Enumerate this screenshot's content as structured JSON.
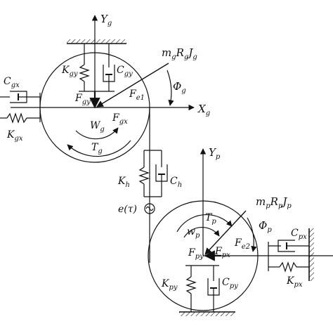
{
  "colors": {
    "ink": "#111111",
    "background": "#ffffff"
  },
  "labels": {
    "gear_y_axis": {
      "main": "Y",
      "sub": "g"
    },
    "gear_x_axis": {
      "main": "X",
      "sub": "g"
    },
    "gear_mass": {
      "main": "m",
      "sub": "g",
      "main2": "R",
      "sub2": "g",
      "main3": "J",
      "sub3": "g"
    },
    "gear_phi": {
      "main": "Φ",
      "sub": "g"
    },
    "c_gy": {
      "main": "C",
      "sub": "gy"
    },
    "k_gy": {
      "main": "K",
      "sub": "gy"
    },
    "c_gx": {
      "main": "C",
      "sub": "gx"
    },
    "k_gx": {
      "main": "K",
      "sub": "gx"
    },
    "f_gy": {
      "main": "F",
      "sub": "gy"
    },
    "f_e1": {
      "main": "F",
      "sub": "e1"
    },
    "f_gx": {
      "main": "F",
      "sub": "gx"
    },
    "w_g": {
      "main": "W",
      "sub": "g"
    },
    "t_g": {
      "main": "T",
      "sub": "g"
    },
    "k_h": {
      "main": "K",
      "sub": "h"
    },
    "c_h": {
      "main": "C",
      "sub": "h"
    },
    "e_tau": {
      "main": "e(τ)"
    },
    "pinion_y_axis": {
      "main": "Y",
      "sub": "p"
    },
    "pinion_mass": {
      "main": "m",
      "sub": "p",
      "main2": "R",
      "sub2": "p",
      "main3": "J",
      "sub3": "p"
    },
    "pinion_phi": {
      "main": "Φ",
      "sub": "p"
    },
    "t_p": {
      "main": "T",
      "sub": "p"
    },
    "w_p": {
      "main": "w",
      "sub": "p"
    },
    "f_py": {
      "main": "F",
      "sub": "py"
    },
    "f_px": {
      "main": "F",
      "sub": "px"
    },
    "f_e2": {
      "main": "F",
      "sub": "e2"
    },
    "c_px": {
      "main": "C",
      "sub": "px"
    },
    "k_px": {
      "main": "K",
      "sub": "px"
    },
    "k_py": {
      "main": "K",
      "sub": "py"
    },
    "c_py": {
      "main": "C",
      "sub": "py"
    }
  }
}
